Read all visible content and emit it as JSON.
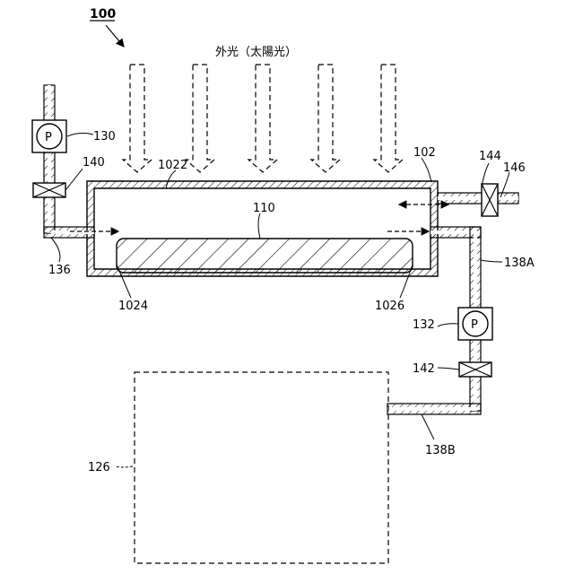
{
  "labels": {
    "figure_ref": "100",
    "light_text": "外光（太陽光）",
    "pump_letter_1": "P",
    "pump_letter_2": "P",
    "n102": "102",
    "n1022": "1022",
    "n1024": "1024",
    "n1026": "1026",
    "n110": "110",
    "n126": "126",
    "n130": "130",
    "n132": "132",
    "n136": "136",
    "n138A": "138A",
    "n138B": "138B",
    "n140": "140",
    "n142": "142",
    "n144": "144",
    "n146": "146"
  }
}
